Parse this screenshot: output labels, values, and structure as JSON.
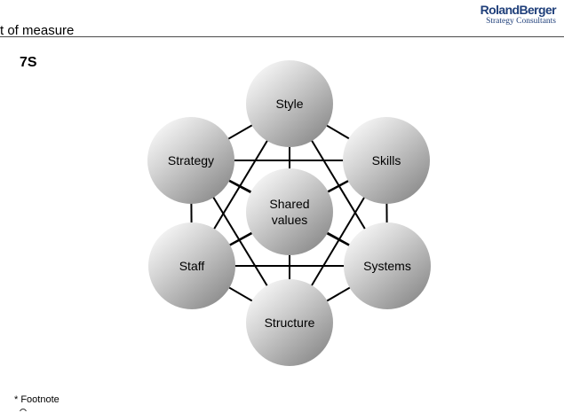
{
  "header": {
    "title": "t  of measure"
  },
  "logo": {
    "name": "RolandBerger",
    "tagline": "Strategy Consultants"
  },
  "slide": {
    "title": "7S"
  },
  "diagram": {
    "nodes": [
      {
        "id": "style",
        "label": [
          "Style"
        ]
      },
      {
        "id": "skills",
        "label": [
          "Skills"
        ]
      },
      {
        "id": "systems",
        "label": [
          "Systems"
        ]
      },
      {
        "id": "structure",
        "label": [
          "Structure"
        ]
      },
      {
        "id": "staff",
        "label": [
          "Staff"
        ]
      },
      {
        "id": "strategy",
        "label": [
          "Strategy"
        ]
      },
      {
        "id": "shared-values",
        "label": [
          "Shared",
          "values"
        ]
      }
    ]
  },
  "footnote": {
    "text": "* Footnote"
  }
}
